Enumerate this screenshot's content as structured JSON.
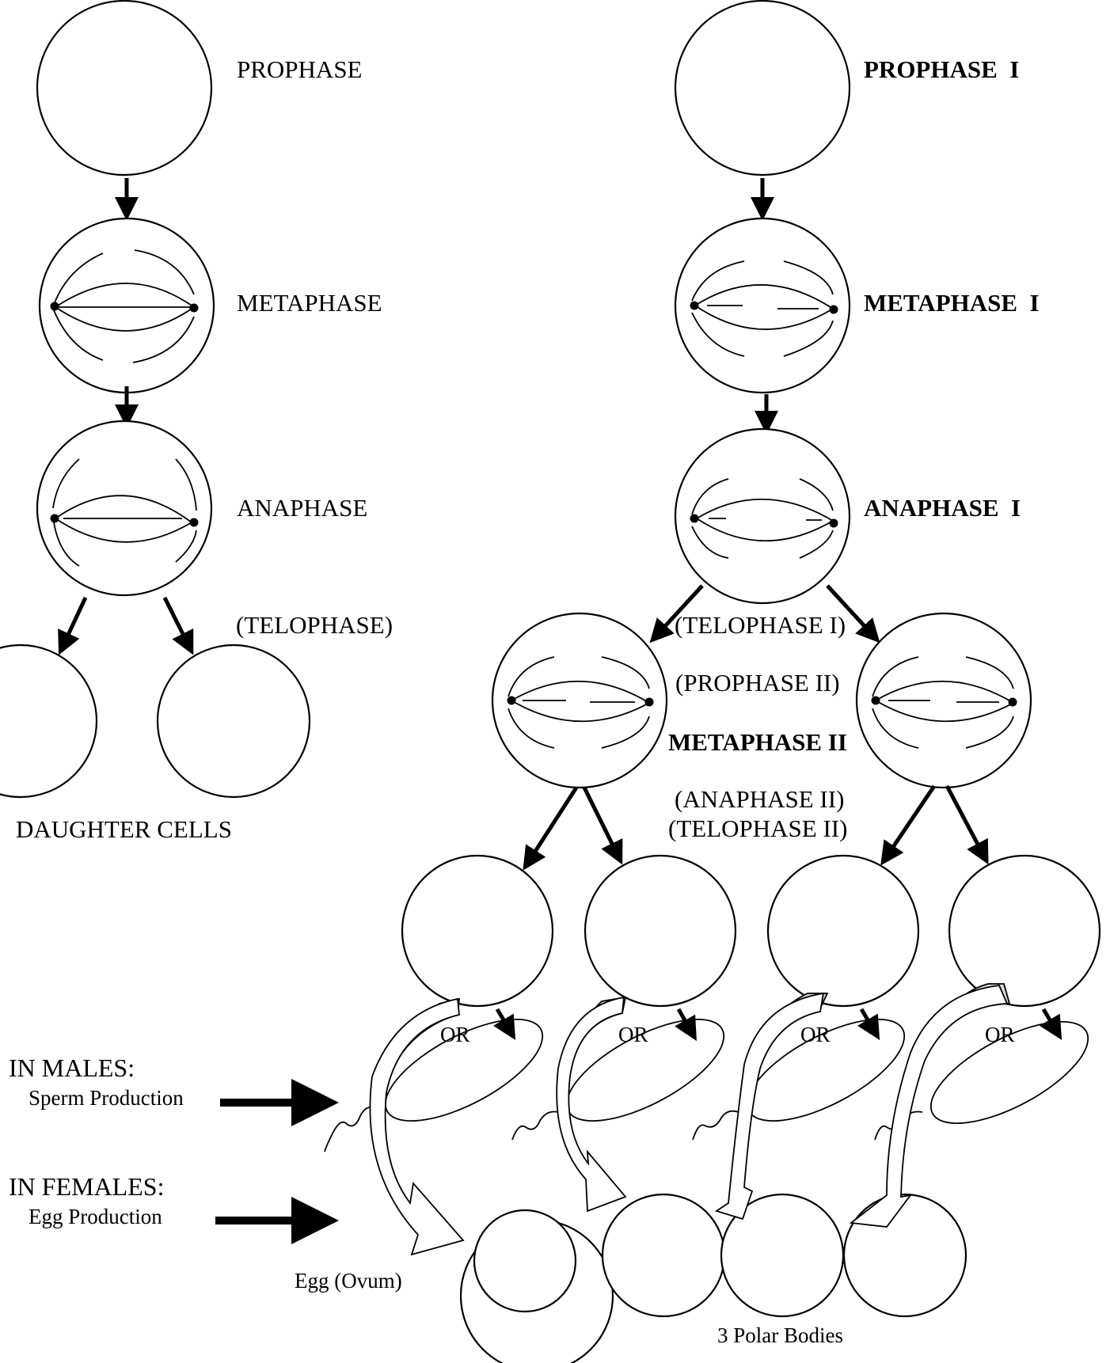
{
  "mitosis": {
    "prophase": "PROPHASE",
    "metaphase": "METAPHASE",
    "anaphase": "ANAPHASE",
    "telophase": "(TELOPHASE)",
    "daughter_cells": "DAUGHTER CELLS"
  },
  "meiosis": {
    "prophase_i": "PROPHASE  I",
    "metaphase_i": "METAPHASE  I",
    "anaphase_i": "ANAPHASE  I",
    "telophase_i": "(TELOPHASE I)",
    "prophase_ii": "(PROPHASE II)",
    "metaphase_ii": "METAPHASE II",
    "anaphase_ii": "(ANAPHASE II)",
    "telophase_ii": "(TELOPHASE II)",
    "or_label": "OR"
  },
  "gametes": {
    "males_heading": "IN MALES:",
    "males_sub": "Sperm Production",
    "females_heading": "IN FEMALES:",
    "females_sub": "Egg Production",
    "egg_label": "Egg (Ovum)",
    "polar_bodies": "3 Polar Bodies"
  }
}
